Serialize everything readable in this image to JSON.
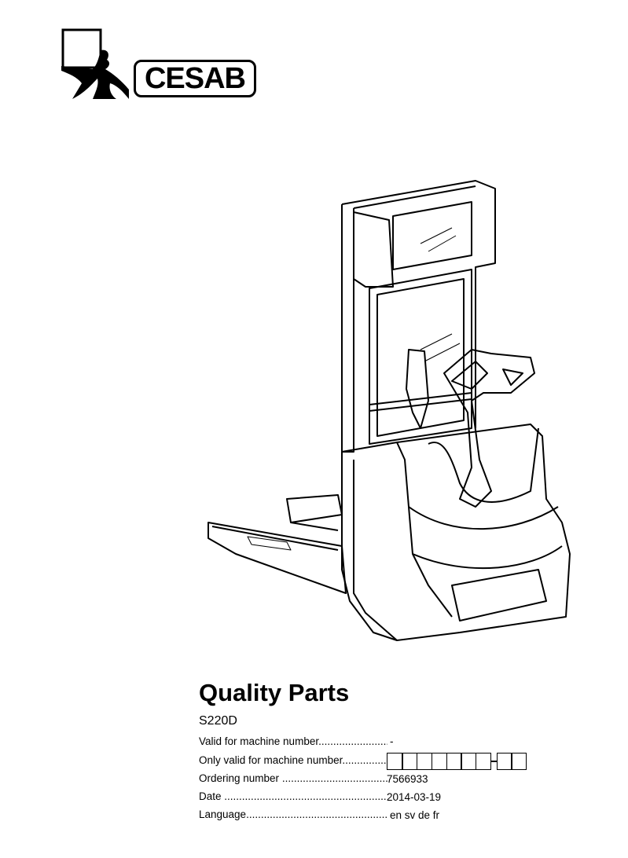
{
  "brand": {
    "name": "CESAB"
  },
  "document": {
    "title": "Quality Parts",
    "model": "S220D",
    "fields": [
      {
        "label": "Valid for machine number",
        "value": "-"
      },
      {
        "label": "Only valid for machine number",
        "value": ""
      },
      {
        "label": "Ordering number",
        "value": "7566933"
      },
      {
        "label": "Date",
        "value": "2014-03-19"
      },
      {
        "label": "Language",
        "value": "en sv de fr"
      }
    ],
    "machine_number_boxes": {
      "main_count": 7,
      "suffix_count": 2
    }
  },
  "illustration": {
    "subject": "pallet-stacker"
  }
}
